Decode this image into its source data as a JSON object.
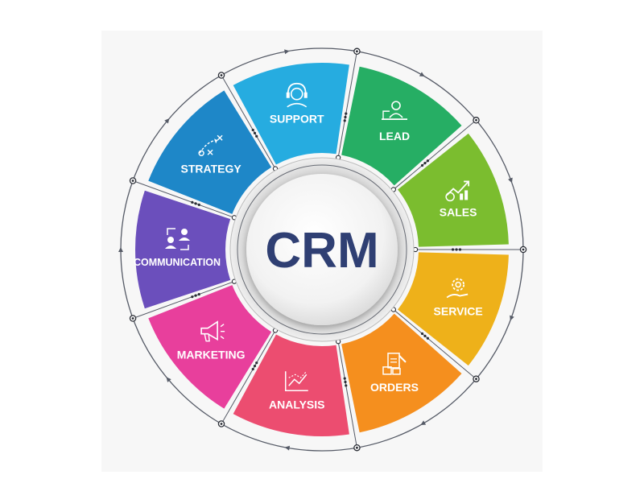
{
  "diagram": {
    "center": {
      "title": "CRM"
    },
    "colors": {
      "background": "#f7f7f7",
      "ring": "#555a66",
      "center_text": "#2f3f73",
      "segment_label": "#ffffff"
    },
    "segments": [
      {
        "id": "sales",
        "label": "SALES",
        "color": "#7bbd2f",
        "icon": "growth-chart-money-icon"
      },
      {
        "id": "service",
        "label": "SERVICE",
        "color": "#eeb11a",
        "icon": "gear-hand-icon"
      },
      {
        "id": "orders",
        "label": "ORDERS",
        "color": "#f58f1e",
        "icon": "clipboard-boxes-icon"
      },
      {
        "id": "analysis",
        "label": "ANALYSIS",
        "color": "#ec4d70",
        "icon": "line-chart-icon"
      },
      {
        "id": "marketing",
        "label": "MARKETING",
        "color": "#e83f9c",
        "icon": "megaphone-icon"
      },
      {
        "id": "communication",
        "label": "COMMUNICATION",
        "color": "#6b4fbc",
        "icon": "two-people-exchange-icon"
      },
      {
        "id": "strategy",
        "label": "STRATEGY",
        "color": "#1e87c8",
        "icon": "strategy-play-icon"
      },
      {
        "id": "support",
        "label": "SUPPORT",
        "color": "#26ace0",
        "icon": "headset-icon"
      },
      {
        "id": "lead",
        "label": "LEAD",
        "color": "#26ae64",
        "icon": "person-desk-icon"
      }
    ]
  }
}
